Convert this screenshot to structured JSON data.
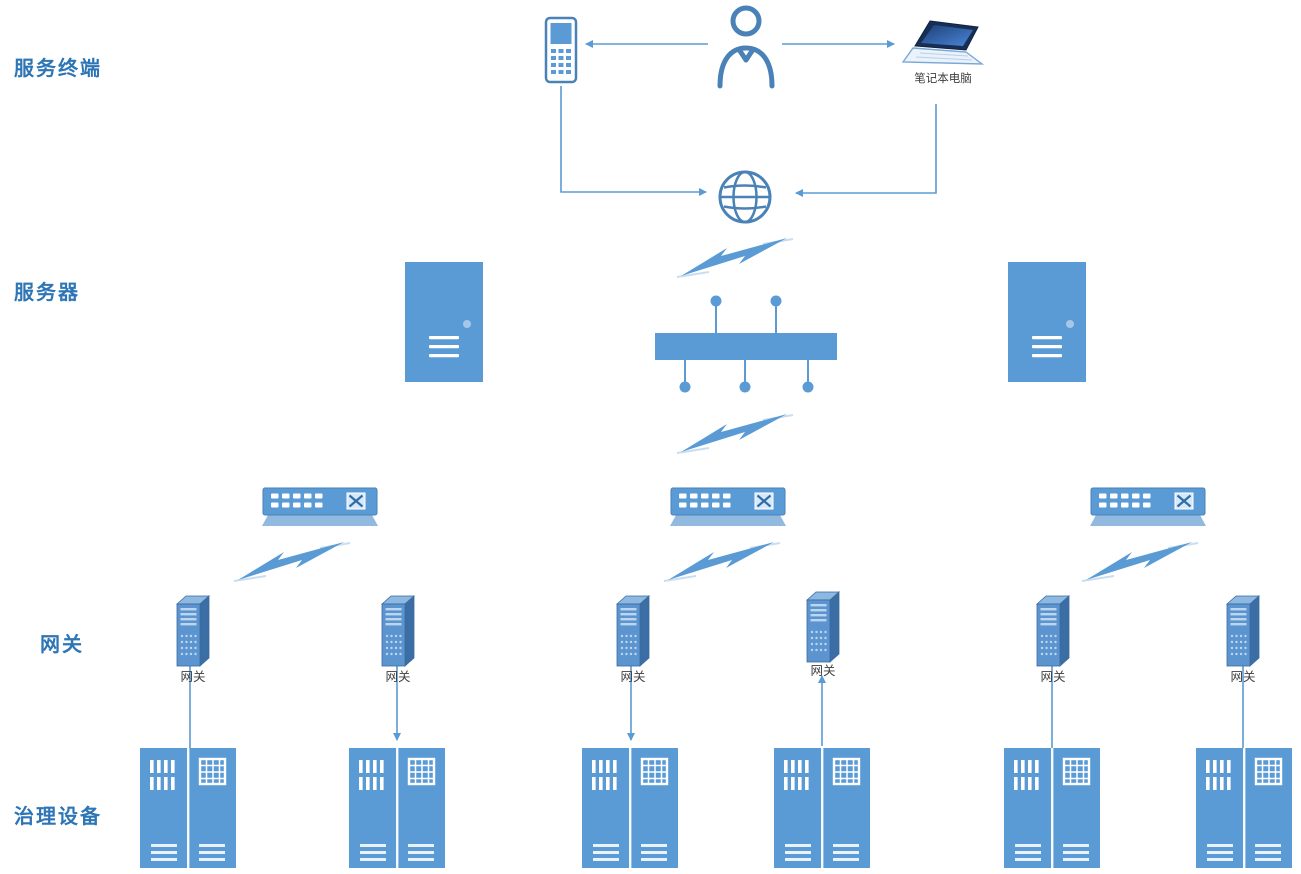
{
  "diagram": {
    "row_labels": {
      "terminals": "服务终端",
      "servers": "服务器",
      "gateways": "网关",
      "governance": "治理设备"
    },
    "labels": {
      "laptop": "笔记本电脑",
      "gateway": "网关"
    },
    "colors": {
      "primary": "#5B9BD5",
      "outline": "#4A82B8",
      "row_label_text": "#2E75B6",
      "device_label_text": "#404040",
      "link_light": "#C9DDF0"
    },
    "icons": {
      "user": "person-icon",
      "phone": "mobile-phone-icon",
      "laptop": "laptop-icon",
      "internet": "globe-icon",
      "wireless_link": "lightning-bolt-icon",
      "server": "server-tower-icon",
      "hub": "hub-icon",
      "switch": "switch-icon",
      "gateway": "gateway-tower-icon",
      "governance_device": "cabinet-icon"
    }
  }
}
